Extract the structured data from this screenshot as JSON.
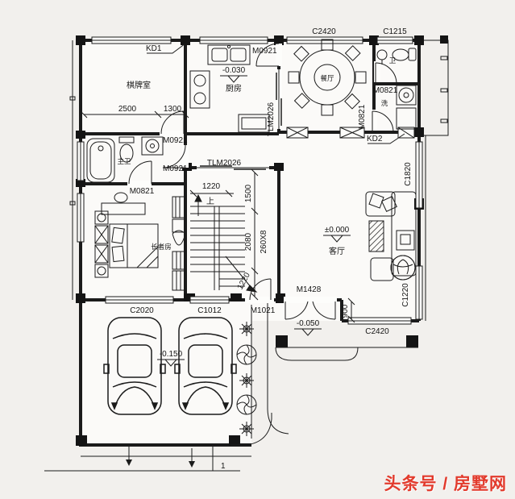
{
  "watermark": {
    "text": "头条号 / 房墅网",
    "color": "#e23a2c"
  },
  "rooms": {
    "chess": "棋牌室",
    "kitchen": "厨房",
    "dining": "餐厅",
    "toilet": "卫",
    "laundry": "洗",
    "master_bath": "主卫",
    "elder": "长者房",
    "living": "客厅"
  },
  "levels": {
    "kitchen": "-0.030",
    "living": "±0.000",
    "porch": "-0.050",
    "garage": "-0.150"
  },
  "openings": {
    "kd1": "KD1",
    "kd2": "KD2",
    "c2420_top": "C2420",
    "c1215": "C1215",
    "m0921_kitchen": "M0921",
    "tlm2026_kitchen": "TLM2026",
    "m0821_laundry": "M0821",
    "m0821_toilet": "M0821",
    "c1820": "C1820",
    "m0921_chess": "M0921",
    "m0921_hall": "M0921",
    "m0821_master": "M0821",
    "tlm2026_stair": "TLM2026",
    "c2020": "C2020",
    "c1012": "C1012",
    "m1021": "M1021",
    "m1428": "M1428",
    "c1220": "C1220",
    "c2420_porch": "C2420"
  },
  "dims": {
    "chess_a": "2500",
    "chess_b": "1300",
    "stair_top": "1220",
    "up": "上",
    "run_a": "1500",
    "run_b": "2080",
    "risers": "260X8",
    "stair_diag": "1220",
    "porch": "900",
    "mark_one": "1"
  }
}
